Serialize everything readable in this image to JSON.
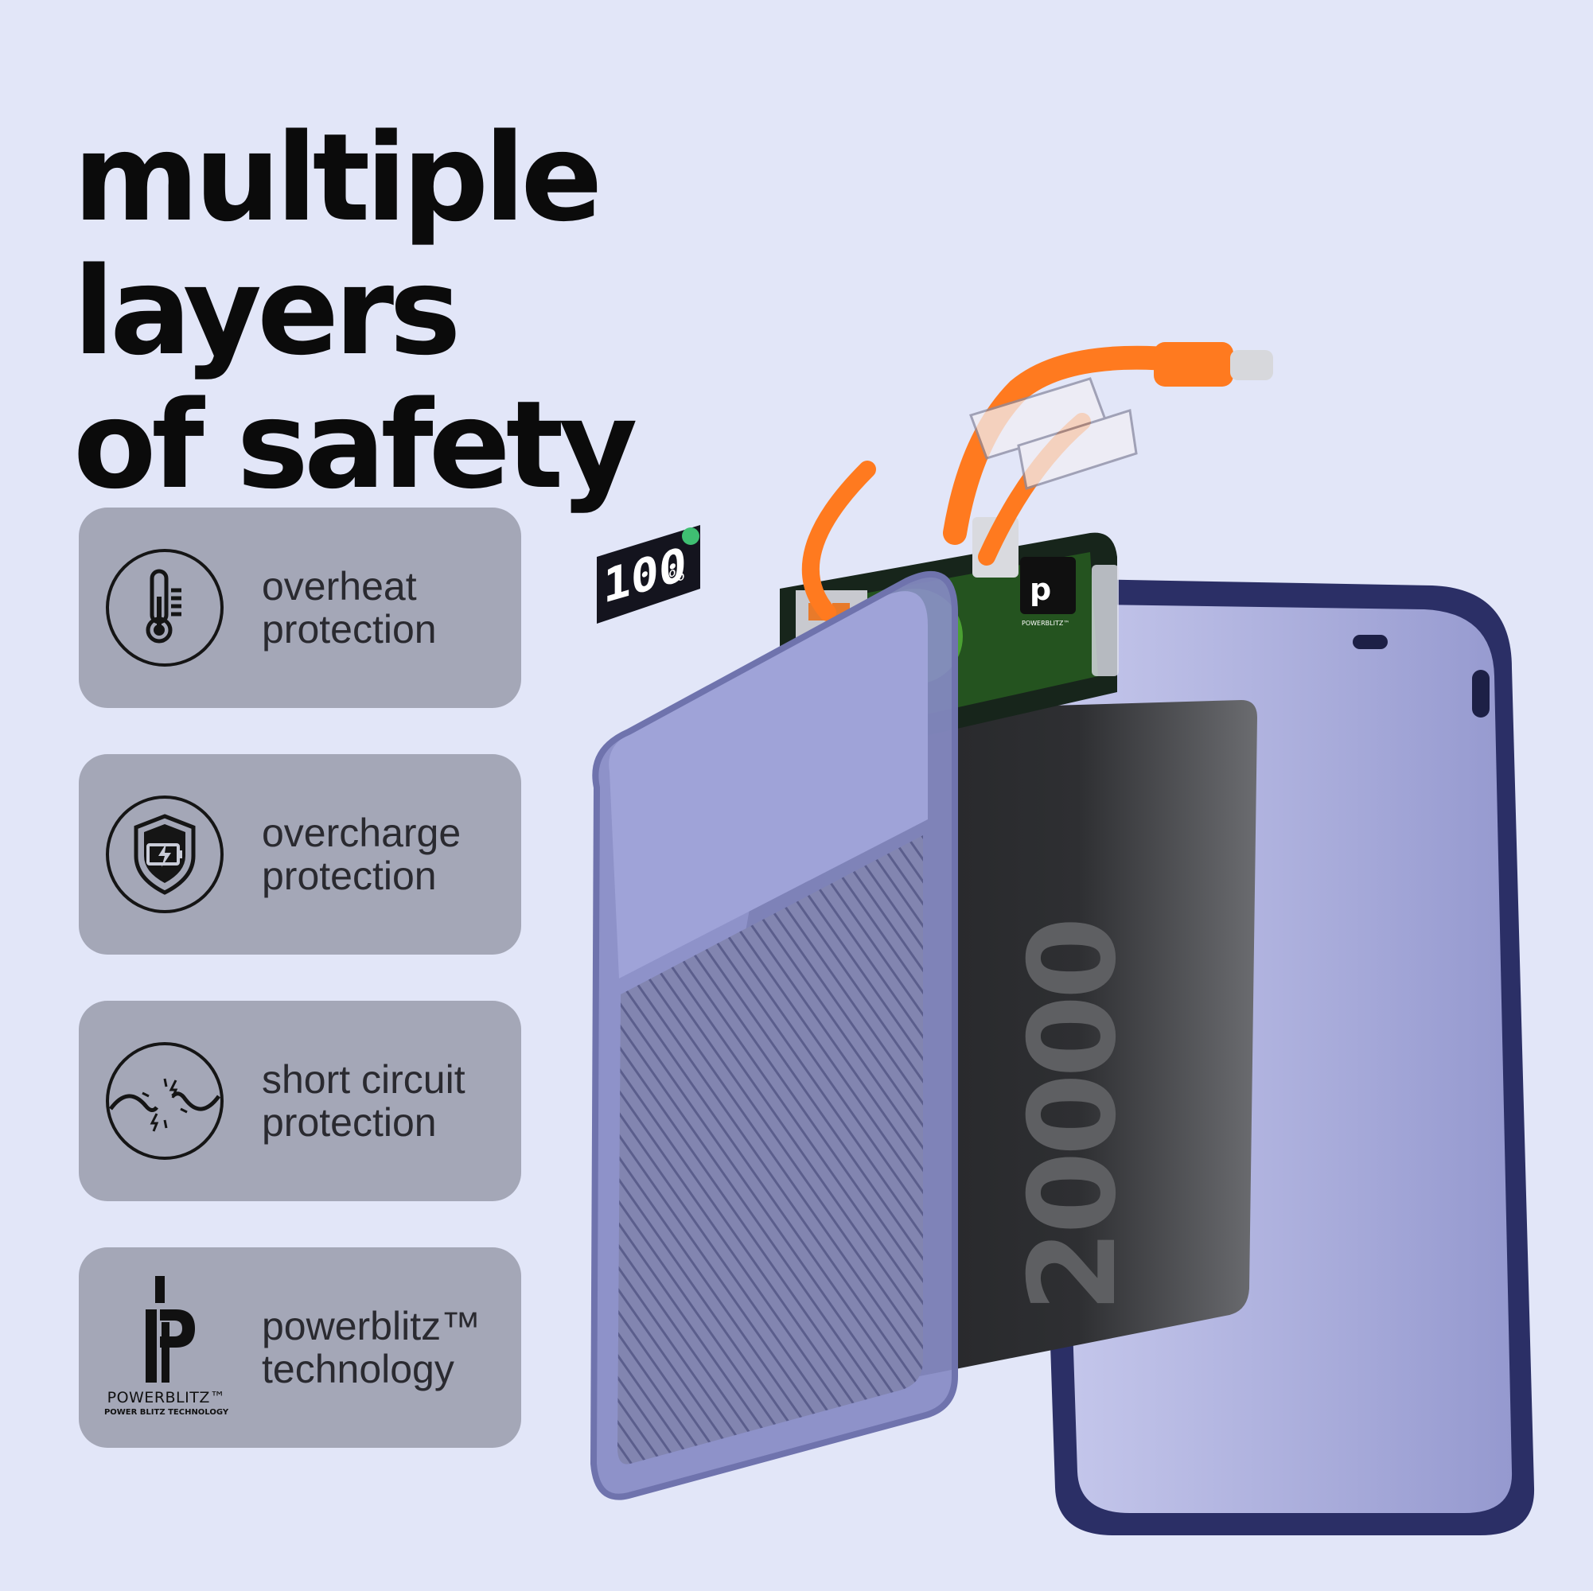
{
  "headline": {
    "line1": "multiple layers",
    "line2": "of safety"
  },
  "features": [
    {
      "icon": "thermometer-icon",
      "line1": "overheat",
      "line2": "protection"
    },
    {
      "icon": "shield-battery-icon",
      "line1": "overcharge",
      "line2": "protection"
    },
    {
      "icon": "short-circuit-icon",
      "line1": "short circuit",
      "line2": "protection"
    },
    {
      "icon": "powerblitz-logo",
      "line1": "powerblitz™",
      "line2": "technology",
      "logo_word": "POWERBLITZ™",
      "logo_sub": "POWER BLITZ TECHNOLOGY"
    }
  ],
  "product": {
    "display_value": "100",
    "display_unit": "%",
    "capacity_print": "20000",
    "pcb_logo": "POWERBLITZ™"
  },
  "colors": {
    "background": "#e2e6f8",
    "card": "#a4a7b7",
    "shell": "#8e92c8",
    "cable": "#ff7a1f",
    "battery": "#2a2b2d",
    "pcb": "#3fbf2a"
  }
}
